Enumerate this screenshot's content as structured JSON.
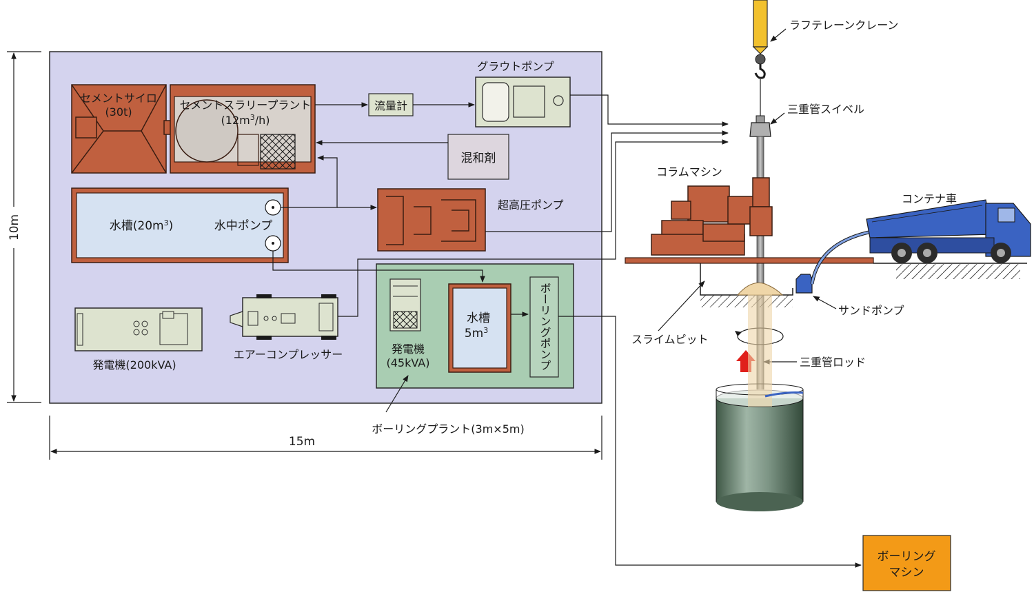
{
  "colors": {
    "plant_area": "#d4d3ee",
    "boring_plant_area": "#a9cdb2",
    "brick": "#c0603f",
    "water_tank": "#d6e2f2",
    "machine": "#dde3cf",
    "boring_machine": "#f39a17",
    "container_truck": "#3a63c2",
    "crane": "#f2c12e"
  },
  "dimensions": {
    "height": "10m",
    "width": "15m"
  },
  "plant": {
    "cement_silo": {
      "name": "セメントサイロ",
      "capacity": "(30t)"
    },
    "cement_slurry_plant": {
      "name": "セメントスラリープラント",
      "capacity_prefix": "(12m",
      "capacity_sup": "3",
      "capacity_suffix": "/h)"
    },
    "flow_meter": "流量計",
    "grout_pump": "グラウトポンプ",
    "admixture": "混和剤",
    "water_tank": {
      "name_prefix": "水槽(20m",
      "name_sup": "3",
      "name_suffix": ")"
    },
    "submersible_pump": "水中ポンプ",
    "ultra_high_pressure_pump": "超高圧ポンプ",
    "generator_large": "発電機(200kVA)",
    "air_compressor": "エアーコンプレッサー",
    "boring_plant": {
      "label": "ボーリングプラント(3m×5m)",
      "generator": {
        "name": "発電機",
        "capacity": "(45kVA)"
      },
      "water_tank": {
        "name": "水槽",
        "volume_prefix": "5m",
        "volume_sup": "3"
      },
      "boring_pump": "ボーリングポンプ"
    }
  },
  "site": {
    "rough_terrain_crane": "ラフテレーンクレーン",
    "triple_tube_swivel": "三重管スイベル",
    "column_machine": "コラムマシン",
    "container_truck": "コンテナ車",
    "sand_pump": "サンドポンプ",
    "slime_pit": "スライムピット",
    "triple_tube_rod": "三重管ロッド",
    "boring_machine": "ボーリングマシン",
    "boring_machine_lines": [
      "ボーリング",
      "マシン"
    ]
  }
}
